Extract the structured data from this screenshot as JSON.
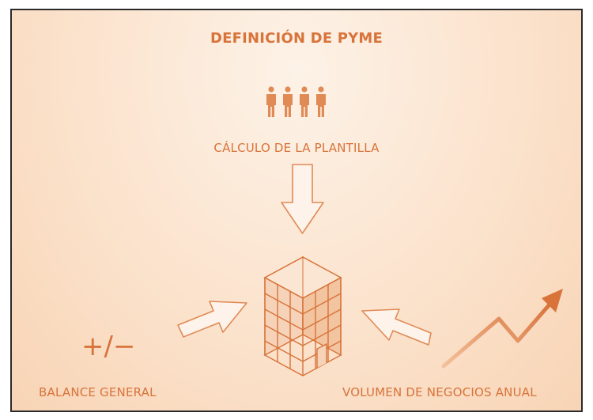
{
  "diagram": {
    "title": "DEFINICIÓN DE PYME",
    "staff_label": "CÁLCULO DE LA PLANTILLA",
    "balance_label": "BALANCE GENERAL",
    "balance_symbol": "+/−",
    "turnover_label": "VOLUMEN DE NEGOCIOS ANUAL",
    "people_count": 4,
    "colors": {
      "accent": "#d8733a",
      "background": "#fbe1ca",
      "frame": "#2a2a2a"
    },
    "icons": [
      "people-icon",
      "down-arrow-icon",
      "building-icon",
      "right-arrow-icon",
      "left-arrow-icon",
      "trend-arrow-icon"
    ]
  }
}
